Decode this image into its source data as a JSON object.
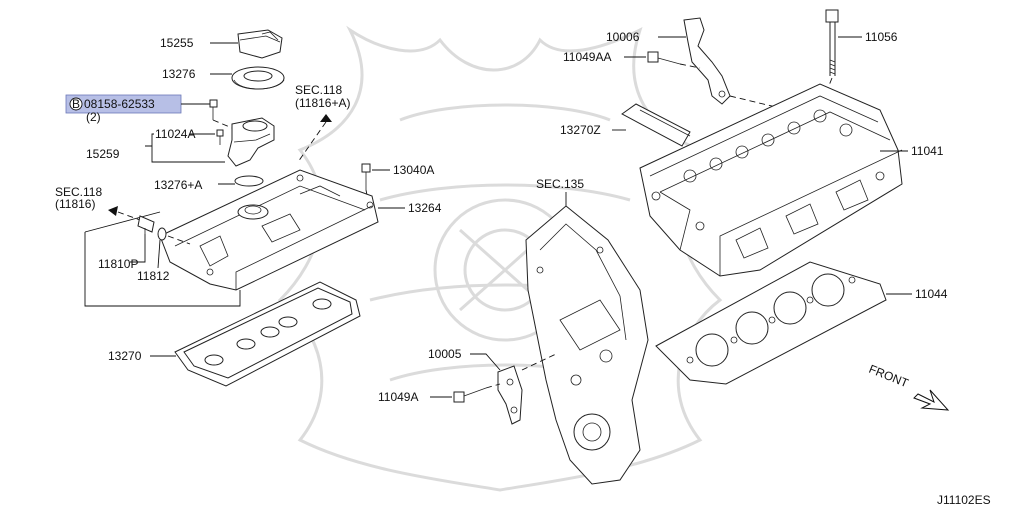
{
  "diagram_id": "J11102ES",
  "direction_label": "FRONT",
  "highlight_color": "#b7bfe6",
  "labels": {
    "p15255": "15255",
    "p13276": "13276",
    "bolt_code": "08158-62533",
    "bolt_qty": "(2)",
    "bolt_symbol": "B",
    "p11024a": "11024A",
    "p15259": "15259",
    "p13276a": "13276+A",
    "sec118_top": "SEC.118",
    "sec118_top_ref": "(11816+A)",
    "sec118_left": "SEC.118",
    "sec118_left_ref": "(11816)",
    "p13040a": "13040A",
    "p13264": "13264",
    "p11810p": "11810P",
    "p11812": "11812",
    "p13270": "13270",
    "p10006": "10006",
    "p11049aa": "11049AA",
    "p11056": "11056",
    "p13270z": "13270Z",
    "p11041": "11041",
    "sec135": "SEC.135",
    "p11044": "11044",
    "p10005": "10005",
    "p11049a": "11049A"
  }
}
